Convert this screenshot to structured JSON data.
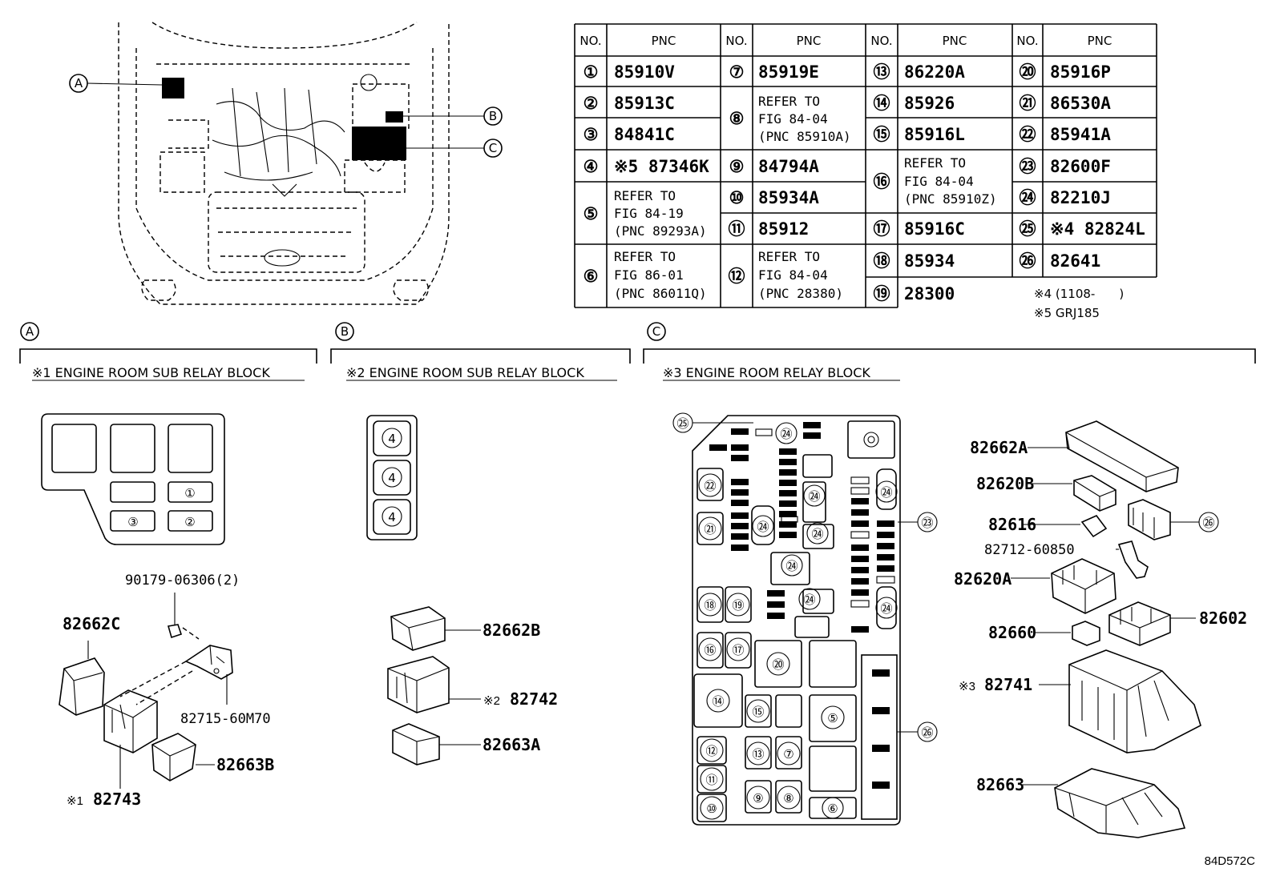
{
  "table": {
    "header_no": "NO.",
    "header_pnc": "PNC",
    "rows": [
      {
        "no": "①",
        "pnc": "85910V"
      },
      {
        "no": "②",
        "pnc": "85913C"
      },
      {
        "no": "③",
        "pnc": "84841C"
      },
      {
        "no": "④",
        "pnc": "※5 87346K"
      },
      {
        "no": "⑤",
        "pnc_lines": [
          "REFER TO",
          "FIG 84-19",
          "(PNC 89293A)"
        ]
      },
      {
        "no": "⑥",
        "pnc_lines": [
          "REFER TO",
          "FIG 86-01",
          "(PNC 86011Q)"
        ]
      },
      {
        "no": "⑦",
        "pnc": "85919E"
      },
      {
        "no": "⑧",
        "pnc_lines": [
          "REFER TO",
          "FIG 84-04",
          "(PNC 85910A)"
        ]
      },
      {
        "no": "⑨",
        "pnc": "84794A"
      },
      {
        "no": "⑩",
        "pnc": "85934A"
      },
      {
        "no": "⑪",
        "pnc": "85912"
      },
      {
        "no": "⑫",
        "pnc_lines": [
          "REFER TO",
          "FIG 84-04",
          "(PNC 28380)"
        ]
      },
      {
        "no": "⑬",
        "pnc": "86220A"
      },
      {
        "no": "⑭",
        "pnc": "85926"
      },
      {
        "no": "⑮",
        "pnc": "85916L"
      },
      {
        "no": "⑯",
        "pnc_lines": [
          "REFER TO",
          "FIG 84-04",
          "(PNC 85910Z)"
        ]
      },
      {
        "no": "⑰",
        "pnc": "85916C"
      },
      {
        "no": "⑱",
        "pnc": "85934"
      },
      {
        "no": "⑲",
        "pnc": "28300"
      },
      {
        "no": "⑳",
        "pnc": "85916P"
      },
      {
        "no": "㉑",
        "pnc": "86530A"
      },
      {
        "no": "㉒",
        "pnc": "85941A"
      },
      {
        "no": "㉓",
        "pnc": "82600F"
      },
      {
        "no": "㉔",
        "pnc": "82210J"
      },
      {
        "no": "㉕",
        "pnc": "※4 82824L"
      },
      {
        "no": "㉖",
        "pnc": "82641"
      }
    ],
    "notes": [
      "※4 (1108-　　)",
      "※5 GRJ185"
    ]
  },
  "car_callouts": [
    "A",
    "B",
    "C"
  ],
  "sections": [
    {
      "letter": "A",
      "title": "※1 ENGINE ROOM SUB RELAY BLOCK"
    },
    {
      "letter": "B",
      "title": "※2 ENGINE ROOM SUB RELAY BLOCK"
    },
    {
      "letter": "C",
      "title": "※3 ENGINE ROOM RELAY BLOCK"
    }
  ],
  "block_a": {
    "slots": [
      "①",
      "②",
      "③"
    ]
  },
  "block_b": {
    "slots": [
      "4",
      "4",
      "4"
    ]
  },
  "parts_a": {
    "bolt": "90179-06306(2)",
    "cover": "82662C",
    "bracket": "82715-60M70",
    "block_prefix": "※1",
    "block": "82743",
    "lower": "82663B"
  },
  "parts_b": {
    "cover": "82662B",
    "block_prefix": "※2",
    "block": "82742",
    "lower": "82663A"
  },
  "relay_c_labels": {
    "n25": "㉕",
    "n24": "㉔",
    "n23": "㉓",
    "n22": "㉒",
    "n21": "㉑",
    "n20": "⑳",
    "n19": "⑲",
    "n18": "⑱",
    "n17": "⑰",
    "n16": "⑯",
    "n15": "⑮",
    "n14": "⑭",
    "n13": "⑬",
    "n12": "⑫",
    "n11": "⑪",
    "n10": "⑩",
    "n9": "⑨",
    "n8": "⑧",
    "n7": "⑦",
    "n6": "⑥",
    "n5": "⑤",
    "n26": "㉖"
  },
  "parts_c": [
    {
      "label": "82662A"
    },
    {
      "label": "82620B"
    },
    {
      "label": "82616"
    },
    {
      "label": "82712-60850"
    },
    {
      "label": "82620A"
    },
    {
      "label": "82602"
    },
    {
      "label": "82660"
    },
    {
      "label": "82741",
      "prefix": "※3"
    },
    {
      "label": "82663"
    }
  ],
  "part26": "㉖",
  "figure_code": "84D572C"
}
